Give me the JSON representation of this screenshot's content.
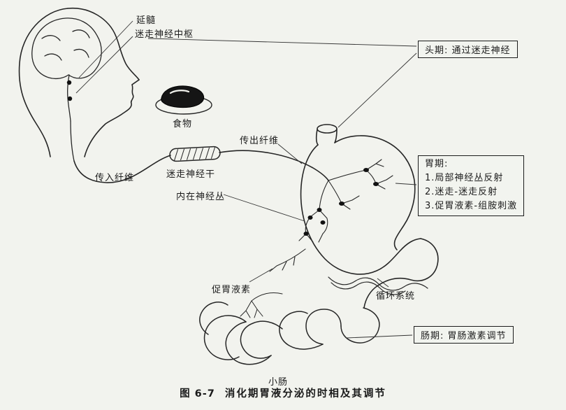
{
  "page": {
    "background": "#f2f3ee",
    "ink": "#1c1c1c"
  },
  "labels": {
    "medulla": "延髓",
    "vagus_center": "迷走神经中枢",
    "food": "食物",
    "afferent": "传入纤维",
    "vagus_trunk": "迷走神经干",
    "efferent": "传出纤维",
    "intrinsic_plexus": "内在神经丛",
    "gastrin": "促胃液素",
    "circulatory": "循环系统",
    "small_intestine": "小肠"
  },
  "callouts": {
    "cephalic": "头期: 通过迷走神经",
    "gastric_title": "胃期:",
    "gastric_items": [
      "1.局部神经丛反射",
      "2.迷走-迷走反射",
      "3.促胃液素-组胺刺激"
    ],
    "intestinal": "肠期: 胃肠激素调节"
  },
  "caption": {
    "figure_no": "图 6-7",
    "title": "消化期胃液分泌的时相及其调节"
  }
}
